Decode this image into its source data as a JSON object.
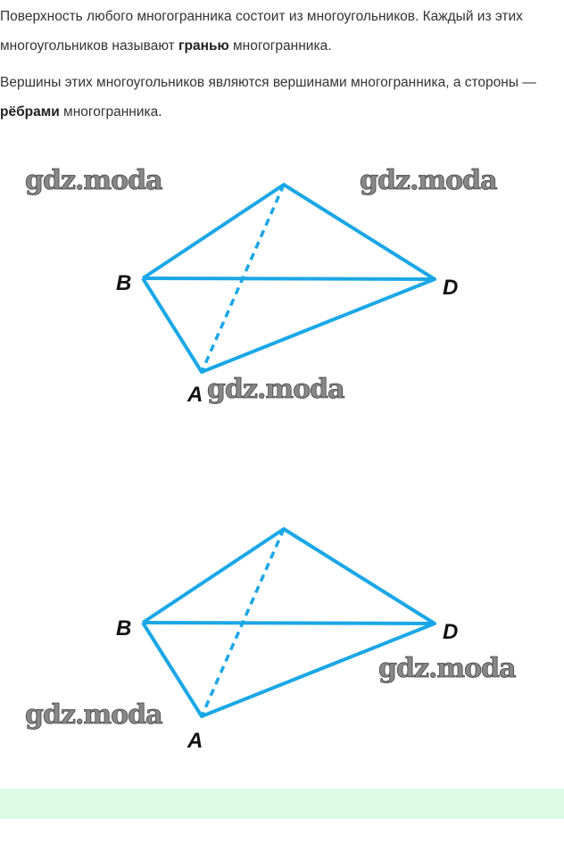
{
  "paragraphs": [
    {
      "before": "Поверхность любого многогранника состоит из многоугольников. Каждый из этих многоугольников называют ",
      "bold": "гранью",
      "after": " многогранника."
    },
    {
      "before": "Вершины этих многоугольников являются вершинами многогранника, а стороны — ",
      "bold": "рёбрами",
      "after": " многогранника."
    }
  ],
  "figures": [
    {
      "labels": {
        "B": "B",
        "D": "D",
        "A": "A"
      },
      "watermarks": [
        "gdz.moda",
        "gdz.moda",
        "gdz.moda"
      ]
    },
    {
      "labels": {
        "B": "B",
        "D": "D",
        "A": "A"
      },
      "watermarks": [
        "gdz.moda",
        "gdz.moda"
      ]
    }
  ],
  "colors": {
    "edge": "#1aa7e6",
    "banner": "#dcfce8"
  }
}
